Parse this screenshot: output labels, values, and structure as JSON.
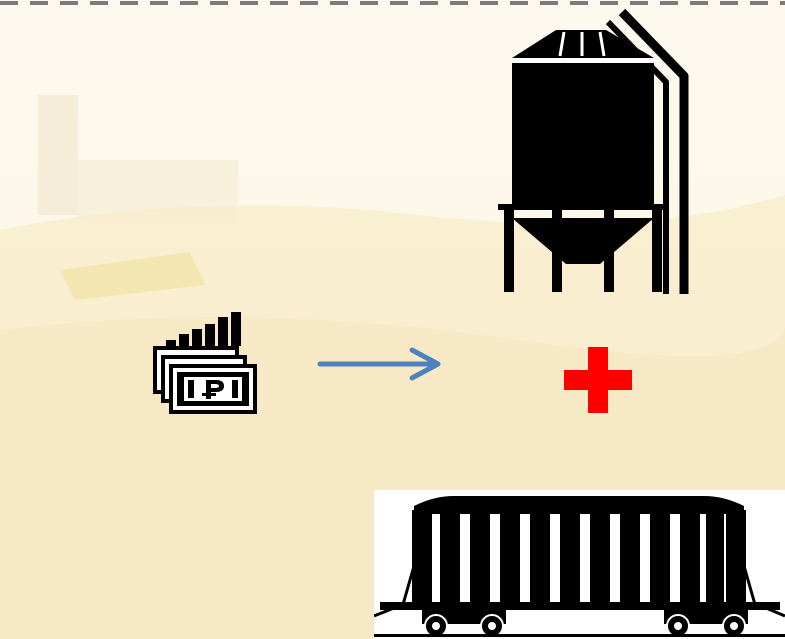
{
  "diagram": {
    "background_color": "#fdf9ee",
    "border_color": "#7a7a7a",
    "arrow_color": "#4f81bd",
    "plus_color": "#ff0000",
    "icon_color": "#000000",
    "nodes": [
      {
        "id": "money",
        "icon": "ruble-banknotes-icon"
      },
      {
        "id": "silo",
        "icon": "grain-silo-icon"
      },
      {
        "id": "wagon",
        "icon": "hopper-railcar-icon"
      }
    ],
    "connectors": [
      {
        "from": "money",
        "to": "silo-and-wagon",
        "type": "arrow"
      },
      {
        "between": [
          "silo",
          "wagon"
        ],
        "type": "plus"
      }
    ]
  }
}
